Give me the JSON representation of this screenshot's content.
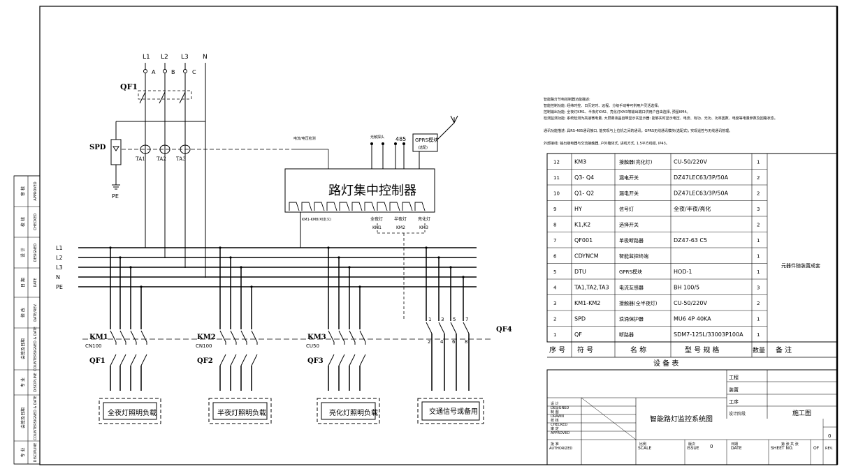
{
  "phases_top": {
    "l1": "L1",
    "l2": "L2",
    "l3": "L3",
    "n": "N",
    "a": "A",
    "b": "B",
    "c": "C"
  },
  "qf1_label": "QF1",
  "spd": {
    "label": "SPD",
    "pe": "PE"
  },
  "ta": [
    "TA1",
    "TA2",
    "TA3"
  ],
  "bus_labels": [
    "L1",
    "L2",
    "L3",
    "N",
    "PE"
  ],
  "controller": {
    "title": "路灯集中控制器",
    "power_note": "电流/电压检测",
    "sensor_label": "光敏探头",
    "port_485": "485",
    "gprs": "GPRS模块",
    "gprs_sub": "(选配)",
    "km_range": "KM1-KM8(可定义)",
    "out_labels": [
      "全夜灯",
      "半夜灯",
      "亮化灯"
    ],
    "out_km": [
      "KM1",
      "KM2",
      "KM3"
    ]
  },
  "branches": [
    {
      "km": "KM1",
      "breaker": "CN100",
      "qf": "QF1",
      "load": "全夜灯照明负载"
    },
    {
      "km": "KM2",
      "breaker": "CN100",
      "qf": "QF2",
      "load": "半夜灯照明负载"
    },
    {
      "km": "KM3",
      "breaker": "CU50",
      "qf": "QF3",
      "load": "亮化灯照明负载"
    }
  ],
  "traffic": {
    "top_nums": [
      "1",
      "3",
      "5",
      "7"
    ],
    "bottom_nums": [
      "2",
      "4",
      "6",
      "8"
    ],
    "qf": "QF4",
    "load": "交通信号或备用"
  },
  "notes": [
    "智能路灯节电控制器功能描述:",
    "智能控制功能: 经纬时控、日历定时、远程、分级手动等可供用户灵活选择。",
    "控制输出功能: 全夜灯KM1、半夜灯KM2、亮化灯KM3等输出端口供用户自由选择, 预留KM4。",
    "检测监测功能: 系统检测为高速微电量, 大屏幕液晶自带显示实显示器: 能够实时显示电压、电流、有功、无功、功率因数、电度等电量参数及回路状态。",
    "通讯功能描述: 具RS-485通讯接口, 能实现与上位机之间的通讯。GPRS无线通讯模块(选配式), 实现遥控与无线通讯管理。",
    "外部接线: 输出继电器与交流接触器, 户外箱体式, 进线方式, 1.5平方线缆, IP43。"
  ],
  "table": {
    "rows": [
      {
        "no": "12",
        "code": "KM3",
        "name": "接触器(亮化灯)",
        "model": "CU-50/220V",
        "qty": "1"
      },
      {
        "no": "11",
        "code": "Q3- Q4",
        "name": "漏电开关",
        "model": "DZ47LEC63/3P/50A",
        "qty": "2"
      },
      {
        "no": "10",
        "code": "Q1- Q2",
        "name": "漏电开关",
        "model": "DZ47LEC63/3P/50A",
        "qty": "2"
      },
      {
        "no": "9",
        "code": "HY",
        "name": "信号灯",
        "model": "全夜/半夜/亮化",
        "qty": "3"
      },
      {
        "no": "8",
        "code": "K1,K2",
        "name": "选择开关",
        "model": "",
        "qty": "2"
      },
      {
        "no": "7",
        "code": "QF001",
        "name": "单极断路器",
        "model": "DZ47-63 C5",
        "qty": "1"
      },
      {
        "no": "6",
        "code": "CDYNCM",
        "name": "智能监控终端",
        "model": "",
        "qty": "1"
      },
      {
        "no": "5",
        "code": "DTU",
        "name": "GPRS模块",
        "model": "HOD-1",
        "qty": "1"
      },
      {
        "no": "4",
        "code": "TA1,TA2,TA3",
        "name": "电流互感器",
        "model": "BH 100/5",
        "qty": "3"
      },
      {
        "no": "3",
        "code": "KM1-KM2",
        "name": "接触器(全半夜灯)",
        "model": "CU-50/220V",
        "qty": "2"
      },
      {
        "no": "2",
        "code": "SPD",
        "name": "浪涌保护器",
        "model": "MU6 4P 40KA",
        "qty": "1"
      },
      {
        "no": "1",
        "code": "QF",
        "name": "断路器",
        "model": "SDM7-125L/33003P100A",
        "qty": "1"
      }
    ],
    "remark": "元器件随装置成套",
    "header": [
      "序 号",
      "符 号",
      "名 称",
      "型 号 规 格",
      "数量",
      "备 注"
    ],
    "caption": "设 备 表"
  },
  "title_block": {
    "project": "工程",
    "device": "装置",
    "process": "工序",
    "design_stage": "设计阶段",
    "stage_value": "施工图",
    "drawing_title": "智能路灯监控系统图",
    "designed": "设 计",
    "designed_en": "DESIGNED",
    "drawn": "制 图",
    "drawn_en": "DRAWN",
    "checked": "校 核",
    "checked_en": "CHECKED",
    "approved": "审 定",
    "approved_en": "APPROVED",
    "authorized": "批 准",
    "authorized_en": "AUTHORIZED",
    "scale": "SCALE",
    "scale_cn": "比例",
    "issue": "ISSUE",
    "issue_cn": "版次",
    "issue_value": "0",
    "date": "DATE",
    "date_cn": "日期",
    "sheet": "SHEET NO.",
    "sheet_cn": "第 张 共 张",
    "of": "OF",
    "rev": "REV.",
    "rev_value": "0"
  },
  "left_strip": [
    {
      "cn": "审 核",
      "en": "APPROVED"
    },
    {
      "cn": "校 核",
      "en": "CHECKED"
    },
    {
      "cn": "设 计",
      "en": "DESIGNED"
    },
    {
      "cn": "日 期",
      "en": "DATE"
    },
    {
      "cn": "修 改",
      "en": "DATE/REV."
    },
    {
      "cn": "会签及日期",
      "en": "COUNTERSIGNED & DATE"
    },
    {
      "cn": "专 业",
      "en": "DISCIPLINE"
    },
    {
      "cn": "会签及日期",
      "en": "COUNTERSIGNED & DATE"
    },
    {
      "cn": "专 业",
      "en": "DISCIPLINE"
    }
  ]
}
